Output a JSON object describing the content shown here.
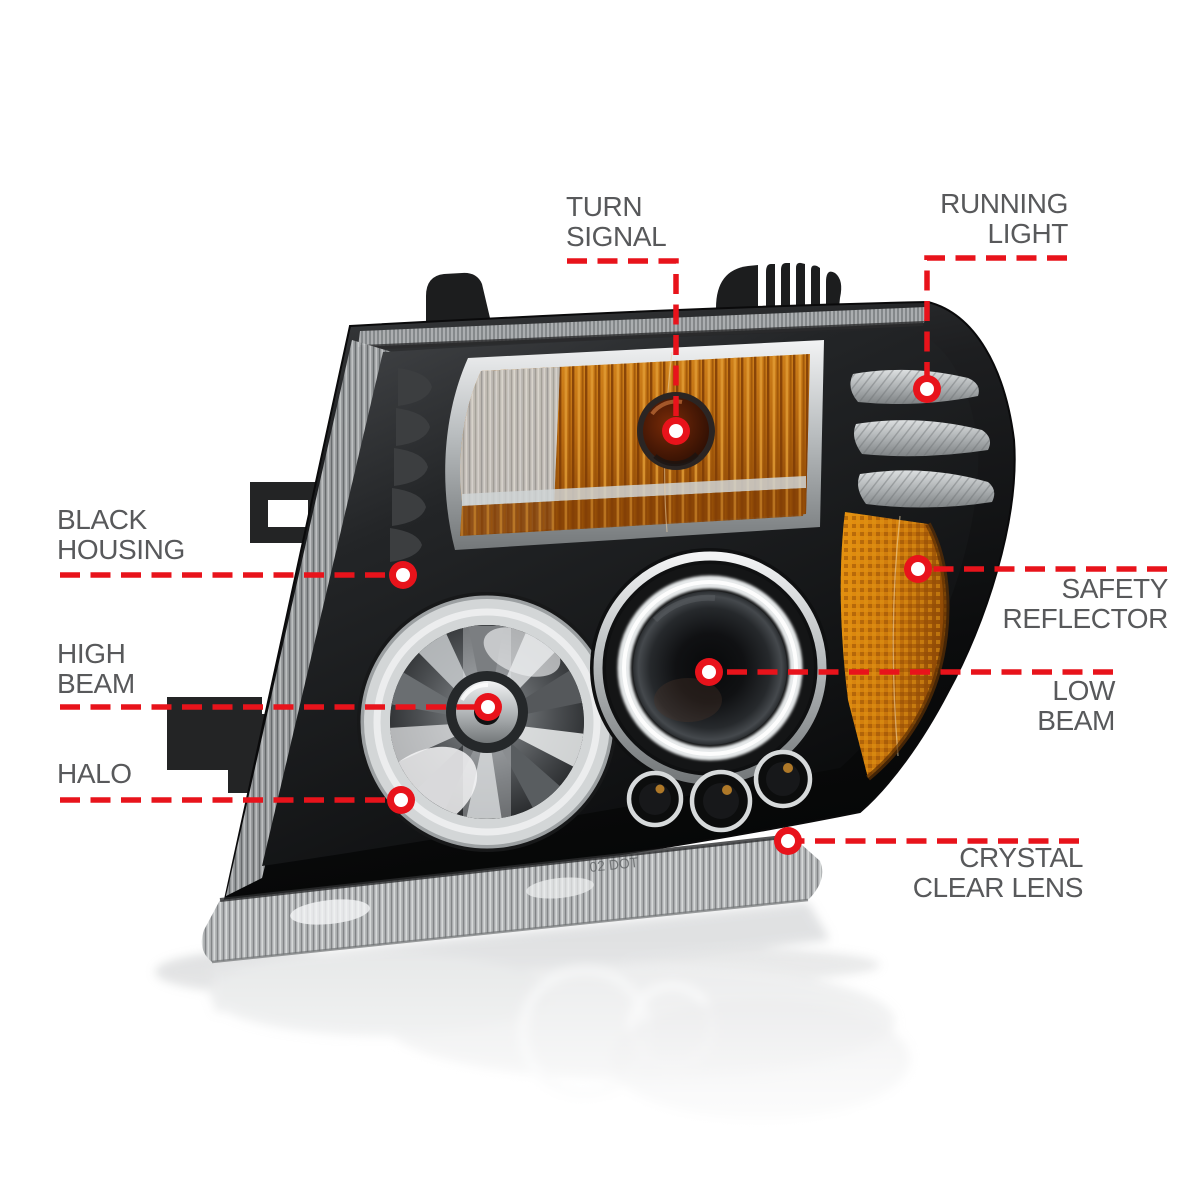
{
  "background": "#ffffff",
  "illustration": {
    "description": "Black housing dual halo projector headlight, front three-quarter view",
    "lens_marking": "02 DOT",
    "colors": {
      "housing_black": "#131415",
      "chrome_silver": "#c9cdcf",
      "amber": "#c97a12",
      "halo_white": "#e9eced",
      "reflection_gray": "#c7c9cb"
    }
  },
  "annotations": {
    "line_color": "#e8131b",
    "label_color": "#58595b",
    "labels": {
      "turn_signal": "TURN\nSIGNAL",
      "running_light": "RUNNING\nLIGHT",
      "black_housing": "BLACK\nHOUSING",
      "high_beam": "HIGH\nBEAM",
      "halo": "HALO",
      "safety_reflector": "SAFETY\nREFLECTOR",
      "low_beam": "LOW\nBEAM",
      "crystal_clear_lens": "CRYSTAL\nCLEAR LENS"
    }
  }
}
